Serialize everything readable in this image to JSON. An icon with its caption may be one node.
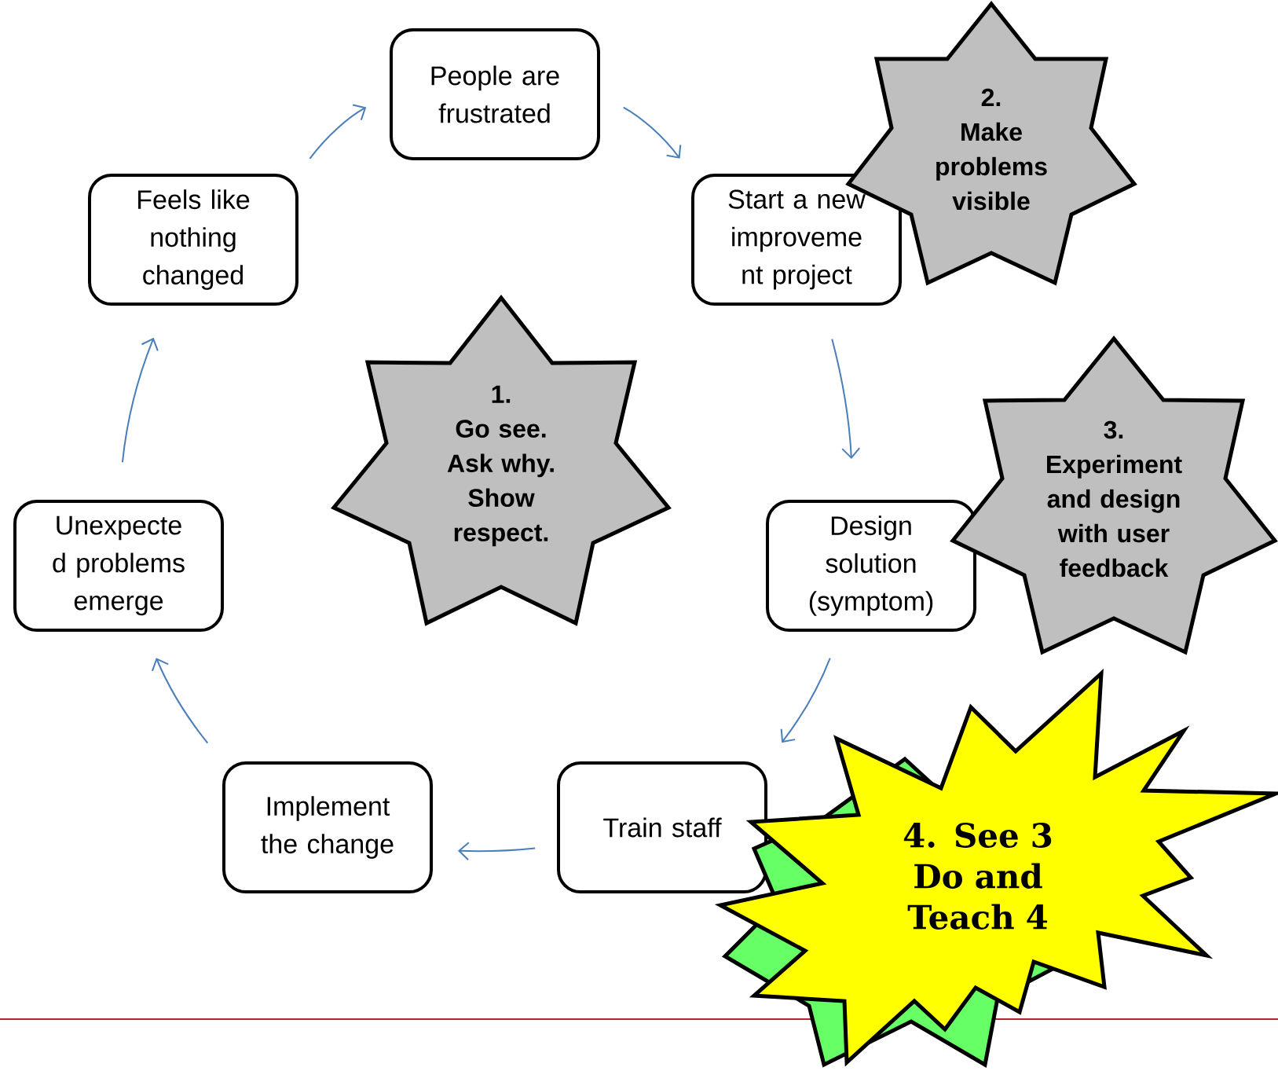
{
  "diagram": {
    "nodes": [
      {
        "text": [
          "People are frustrated"
        ]
      },
      {
        "text": [
          "Start a new improveme nt project"
        ]
      },
      {
        "text": [
          "Design solution (symptom)"
        ]
      },
      {
        "text": [
          "Train staff"
        ]
      },
      {
        "text": [
          "Implement the change"
        ]
      },
      {
        "text": [
          "Unexpecte d problems emerge"
        ]
      },
      {
        "text": [
          "Feels like nothing changed"
        ]
      },
      {
        "text": [
          "1.",
          "Go see. Ask why. Show respect."
        ]
      },
      {
        "text": [
          "2.",
          "Make problems visible"
        ]
      },
      {
        "text": [
          "3.",
          "Experiment and design with user feedback"
        ]
      },
      {
        "text": [
          "4. See 3 Do and Teach 4"
        ]
      }
    ],
    "edges": [
      {
        "from": 0,
        "to": 1,
        "arrow": "to"
      },
      {
        "from": 1,
        "to": 2,
        "arrow": "to"
      },
      {
        "from": 2,
        "to": 3,
        "arrow": "to"
      },
      {
        "from": 3,
        "to": 4,
        "arrow": "to"
      },
      {
        "from": 4,
        "to": 5,
        "arrow": "to"
      },
      {
        "from": 5,
        "to": 6,
        "arrow": "to"
      },
      {
        "from": 6,
        "to": 0,
        "arrow": "to"
      }
    ]
  }
}
